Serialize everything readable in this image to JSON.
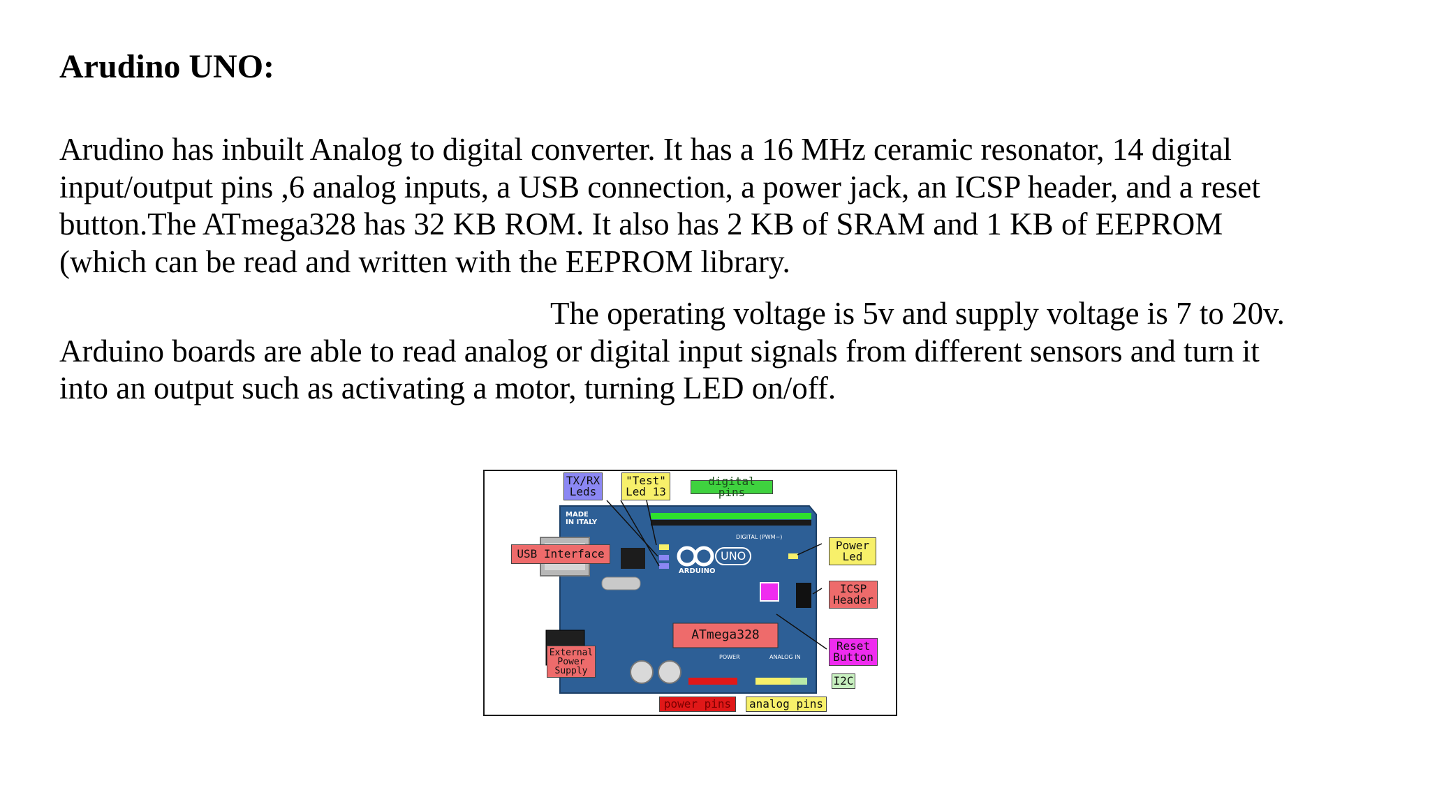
{
  "title": "Arudino UNO:",
  "paragraph1": {
    "lines": [
      "Arudino has inbuilt Analog to digital converter. It has a 16 MHz ceramic resonator, 14 digital",
      "input/output pins ,6 analog inputs, a USB connection, a power jack, an ICSP header, and a reset",
      "button.The ATmega328 has 32 KB ROM. It also has 2 KB of SRAM and 1 KB of EEPROM",
      "(which can be read and written with the EEPROM library."
    ]
  },
  "paragraph2": {
    "lines": [
      "The operating voltage is 5v and supply voltage is 7 to 20v.",
      "Arduino boards are able to read analog or digital input signals from different sensors and turn it",
      "into an output such as activating a motor, turning LED on/off."
    ]
  },
  "figure": {
    "labels": {
      "txrx": "TX/RX\nLeds",
      "test_led": "\"Test\"\nLed 13",
      "digital_pins": "digital pins",
      "usb_interface": "USB Interface",
      "power_led": "Power\nLed",
      "icsp_header": "ICSP\nHeader",
      "atmega": "ATmega328",
      "reset_button": "Reset\nButton",
      "external_power": "External\nPower\nSupply",
      "i2c": "I2C",
      "power_pins": "power pins",
      "analog_pins": "analog pins"
    },
    "board_text": {
      "made_in": "MADE\nIN ITALY",
      "uno": "UNO",
      "arduino": "ARDUINO",
      "digital": "DIGITAL (PWM~)",
      "power": "POWER",
      "analog_in": "ANALOG IN"
    },
    "colors": {
      "board": "#2d5f96",
      "label_blue": "#8b87f3",
      "label_yellow": "#f7f06a",
      "label_green": "#3fd23f",
      "label_red": "#ee6b6b",
      "label_magenta": "#ef2cef"
    }
  }
}
